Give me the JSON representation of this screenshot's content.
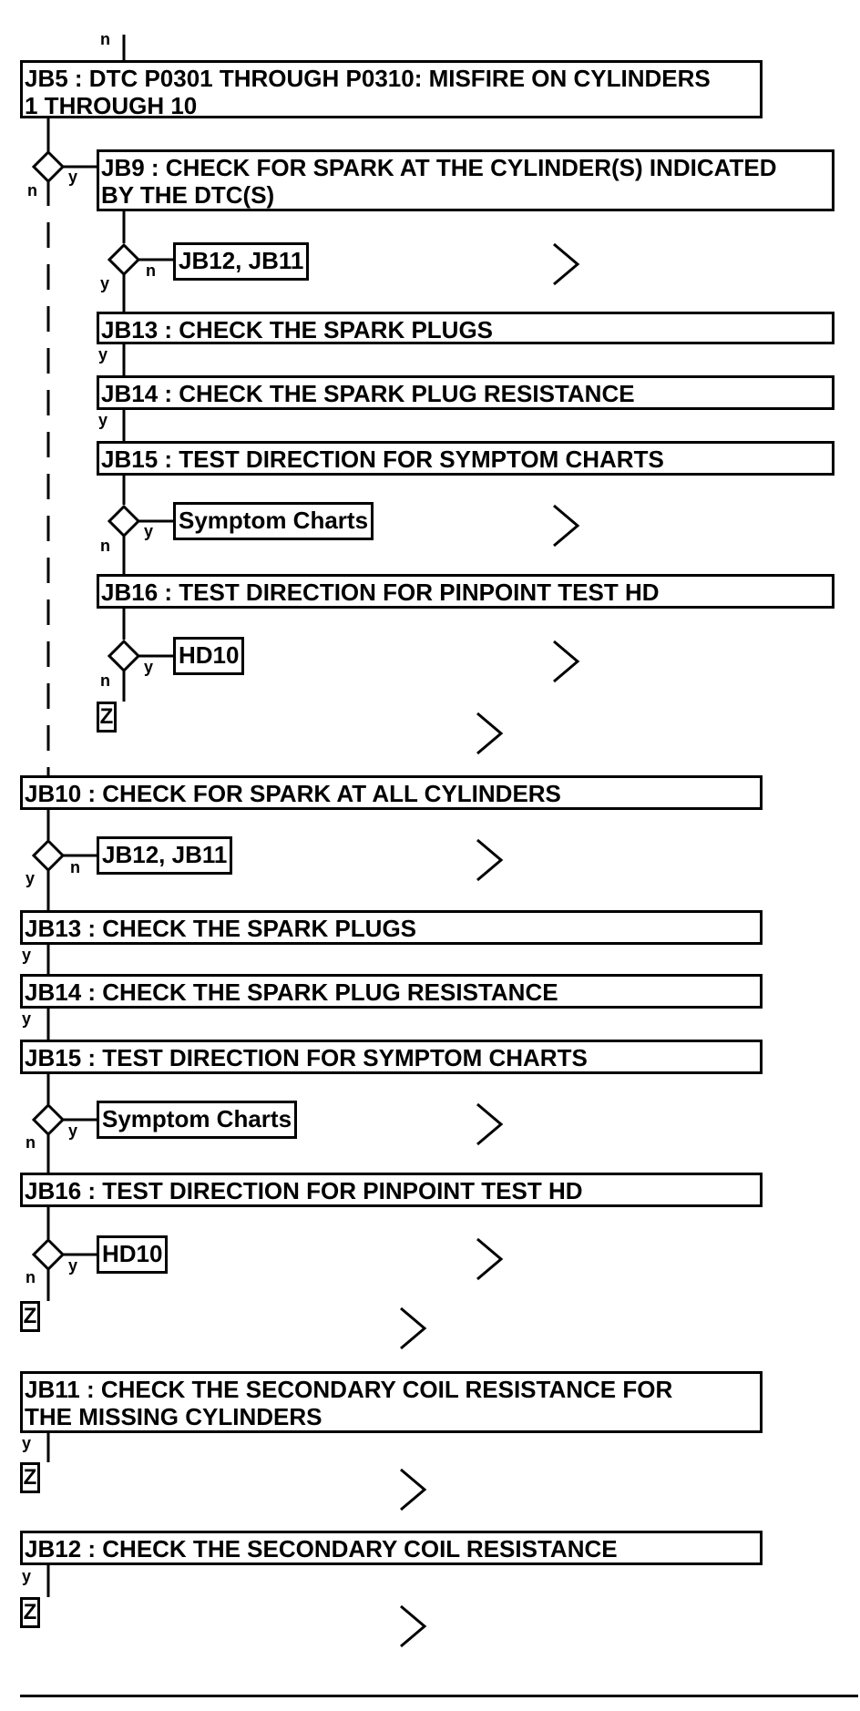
{
  "labels": {
    "yes": "y",
    "no": "n"
  },
  "step_jb5": "JB5 : DTC P0301 THROUGH P0310: MISFIRE ON CYLINDERS\n1 THROUGH 10",
  "step_jb9": "JB9 : CHECK FOR SPARK AT THE CYLINDER(S) INDICATED\nBY THE DTC(S)",
  "step_jb13": "JB13 : CHECK THE SPARK PLUGS",
  "step_jb14": "JB14 : CHECK THE SPARK PLUG RESISTANCE",
  "step_jb15": "JB15 : TEST DIRECTION FOR SYMPTOM CHARTS",
  "step_jb16": "JB16 : TEST DIRECTION FOR PINPOINT TEST HD",
  "step_jb10": "JB10 : CHECK FOR SPARK AT ALL CYLINDERS",
  "step_jb11": "JB11 : CHECK THE SECONDARY COIL RESISTANCE FOR\nTHE MISSING CYLINDERS",
  "step_jb12": "JB12 : CHECK THE SECONDARY COIL RESISTANCE",
  "ref_jb12_jb11": "JB12, JB11",
  "ref_symptom_charts": "Symptom Charts",
  "ref_hd10": "HD10",
  "end_marker": "Z"
}
